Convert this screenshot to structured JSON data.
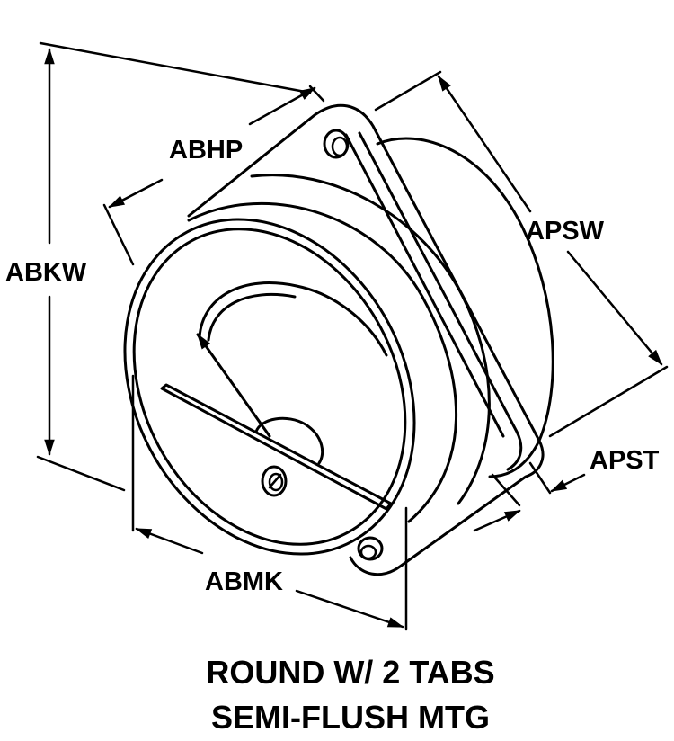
{
  "dimensions": {
    "abhp": "ABHP",
    "abkw": "ABKW",
    "apsw": "APSW",
    "apst": "APST",
    "abmk": "ABMK"
  },
  "caption": {
    "line1": "ROUND W/ 2 TABS",
    "line2": "SEMI-FLUSH MTG"
  },
  "colors": {
    "ink": "#000000",
    "background": "#ffffff"
  }
}
